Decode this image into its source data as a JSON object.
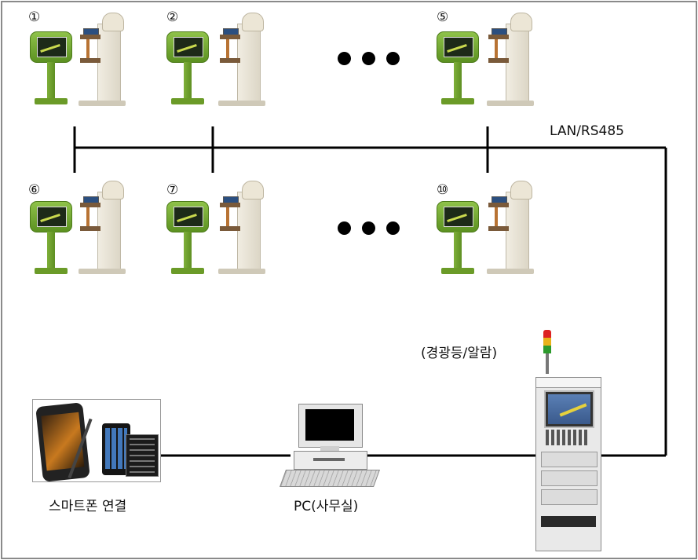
{
  "stations": {
    "row1": [
      "①",
      "②",
      "⑤"
    ],
    "row2": [
      "⑥",
      "⑦",
      "⑩"
    ]
  },
  "network_label": "LAN/RS485",
  "alarm_label": "(경광등/알람)",
  "smartphone_label": "스마트폰 연결",
  "pc_label": "PC(사무실)",
  "colors": {
    "wire": "#000000",
    "frame": "#8a8a8a",
    "kiosk_green": "#7fb03a"
  },
  "icons": [
    "touch-kiosk-icon",
    "spot-welder-icon",
    "ellipsis-dots",
    "smartphone-icon",
    "pc-icon",
    "control-cabinet-icon",
    "tower-lamp-icon"
  ]
}
